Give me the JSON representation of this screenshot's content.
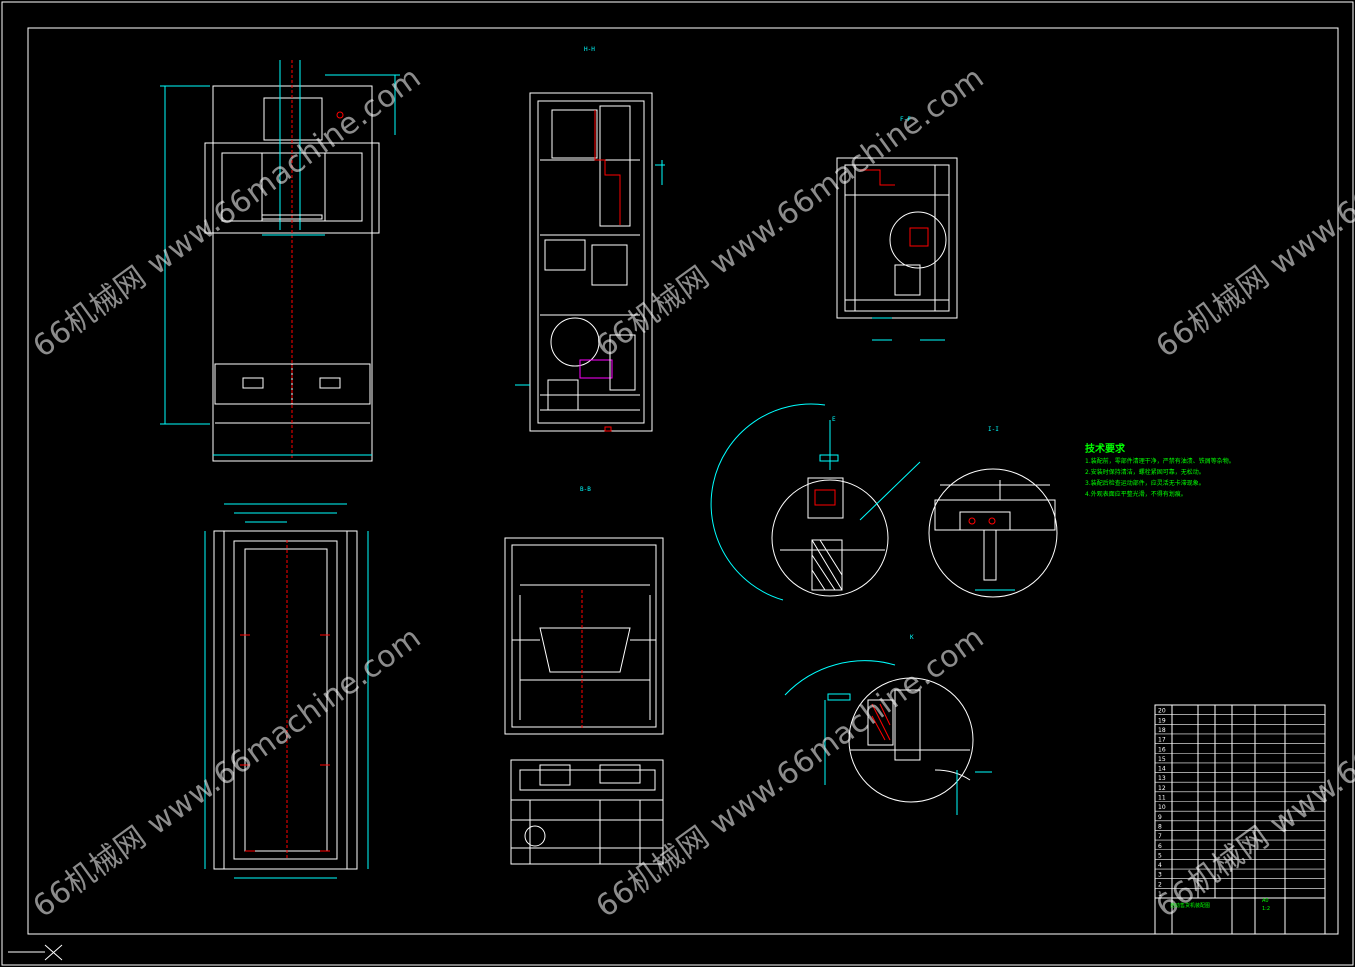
{
  "drawing": {
    "background": "#000000",
    "line_white": "#ffffff",
    "line_cyan": "#00ffff",
    "line_red": "#ff0000",
    "line_green": "#00ff00",
    "line_magenta": "#ff00ff"
  },
  "watermark": {
    "text": "66机械网 www.66machine.com"
  },
  "section_labels": {
    "top_center": "H-H",
    "top_right": "F-F",
    "middle_center": "B-B",
    "detail_e": "E",
    "detail_ii": "I-I",
    "detail_k": "K"
  },
  "tech_requirements": {
    "title": "技术要求",
    "lines": [
      "1.装配前，零部件清理干净，严禁有油渍、铁屑等杂物。",
      "2.安装时保持清洁，螺栓紧固可靠，无松动。",
      "3.装配后检查运动部件，应灵活无卡滞现象。",
      "4.外观表面应平整光滑，不得有划痕。"
    ]
  },
  "title_block": {
    "row_numbers": [
      "20",
      "19",
      "18",
      "17",
      "16",
      "15",
      "14",
      "13",
      "12",
      "11",
      "10",
      "9",
      "8",
      "7",
      "6",
      "5",
      "4",
      "3",
      "2",
      "1"
    ],
    "drawing_name": "自动售货机装配图",
    "scale_label": "1:2",
    "sheet": "A0"
  }
}
